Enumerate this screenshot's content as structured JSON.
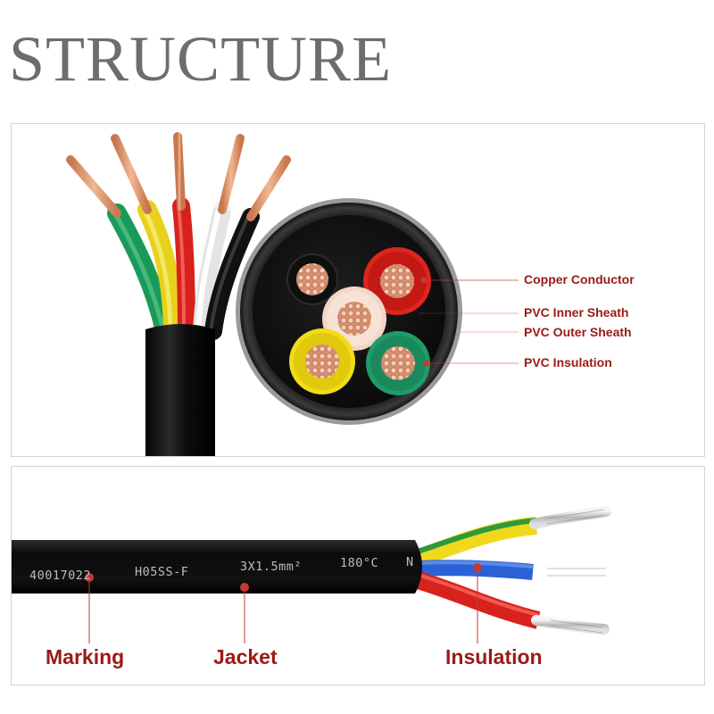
{
  "title": "STRUCTURE",
  "top_panel": {
    "labels": {
      "copper_conductor": "Copper Conductor",
      "pvc_inner_sheath": "PVC Inner Sheath",
      "pvc_outer_sheath": "PVC Outer Sheath",
      "pvc_insulation": "PVC Insulation"
    }
  },
  "bottom_panel": {
    "cable_marking": {
      "code": "40017022",
      "type": "H05SS-F",
      "size": "3X1.5mm²",
      "temp": "180°C",
      "suffix": "N"
    },
    "labels": {
      "marking": "Marking",
      "jacket": "Jacket",
      "insulation": "Insulation"
    }
  },
  "colors": {
    "label_red": "#9b1a16",
    "title_gray": "#6d6d6d",
    "copper": "#e4a080",
    "wire_green": "#1a9a5a",
    "wire_yellow": "#e6d21a",
    "wire_red": "#d8201c",
    "wire_white": "#f2f2f2",
    "wire_black": "#111111",
    "wire_blue": "#2a62d6"
  }
}
